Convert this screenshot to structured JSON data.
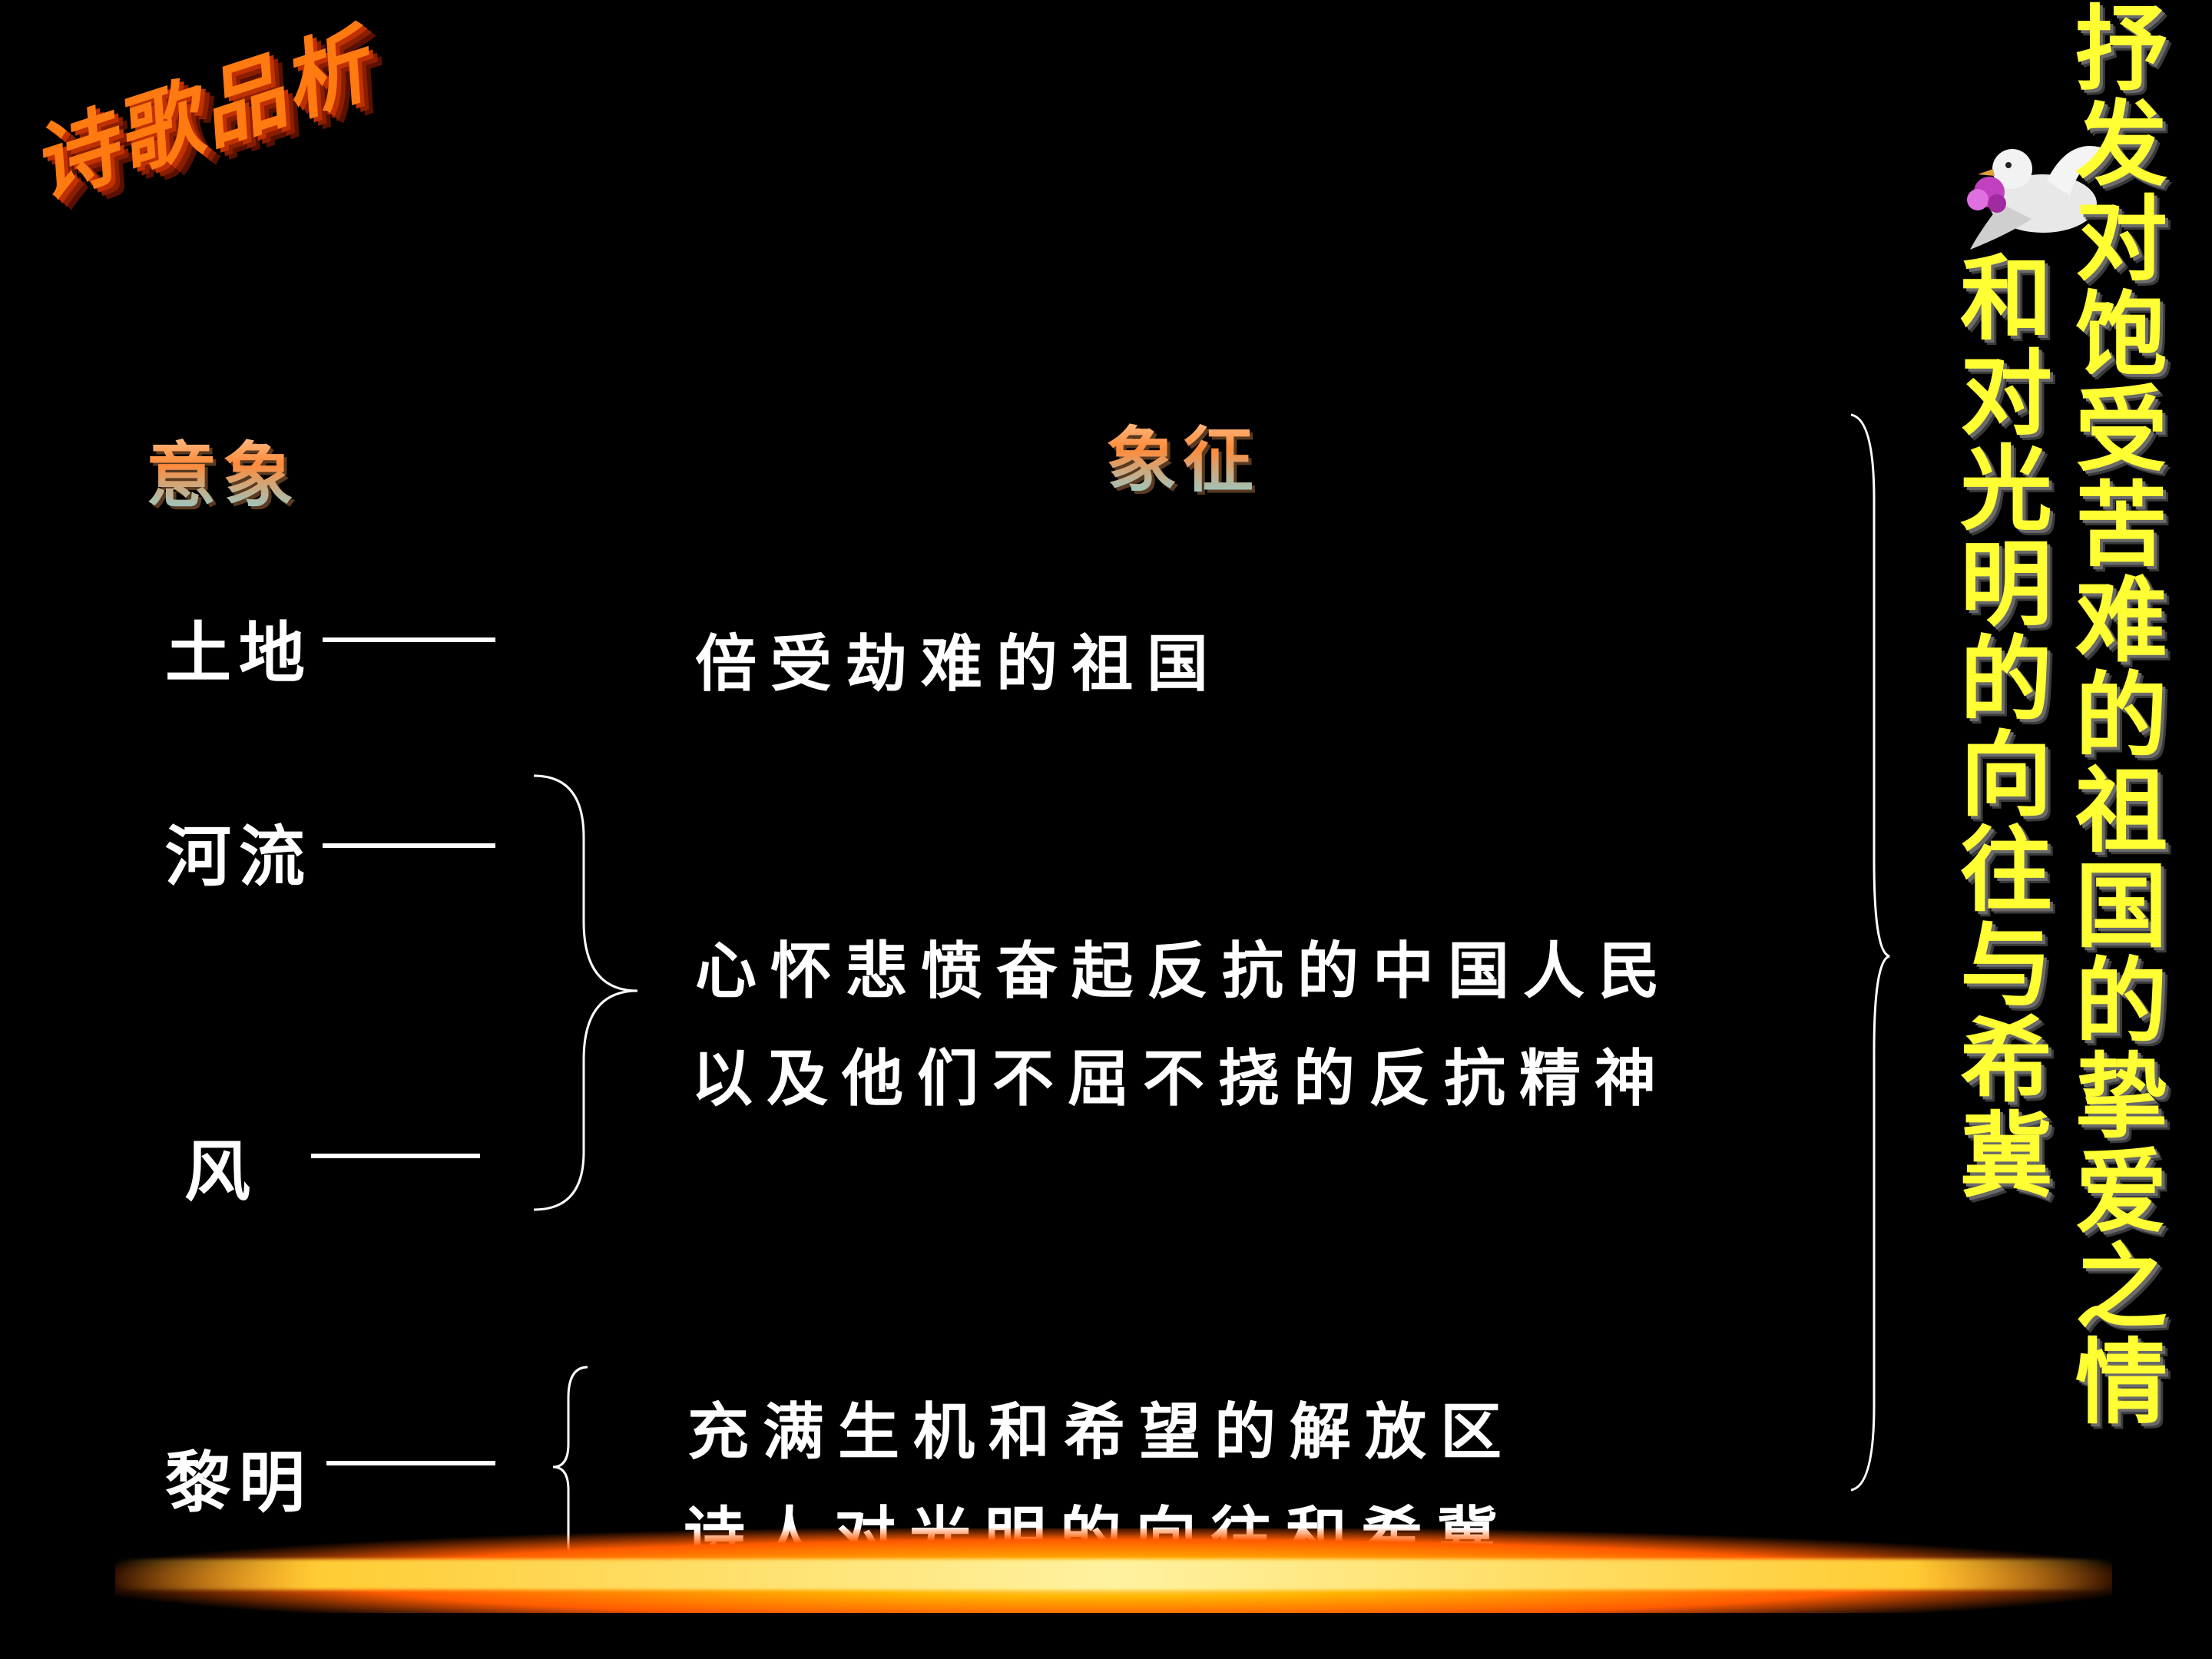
{
  "title_art": [
    "诗",
    "歌",
    "品",
    "析"
  ],
  "headers": {
    "imagery": "意象",
    "symbol": "象征"
  },
  "images": {
    "land": "土地",
    "river": "河流",
    "wind": "风",
    "dawn": "黎明"
  },
  "symbols": {
    "land": "倍受劫难的祖国",
    "river_wind_line1": "心怀悲愤奋起反抗的中国人民",
    "river_wind_line2": "以及他们不屈不挠的反抗精神",
    "dawn_line1": "充满生机和希望的解放区",
    "dawn_line2": "诗人对光明的向往和希冀"
  },
  "theme": {
    "col1": "抒发对饱受苦难的祖国的挚爱之情",
    "col2": "和对光明的向往与希冀"
  },
  "icons": {
    "dove": "dove-with-flower-icon"
  },
  "colors": {
    "background": "#000000",
    "theme_text": "#ffff33",
    "body_text": "#ffffff",
    "title_art": "#ff7a10"
  }
}
